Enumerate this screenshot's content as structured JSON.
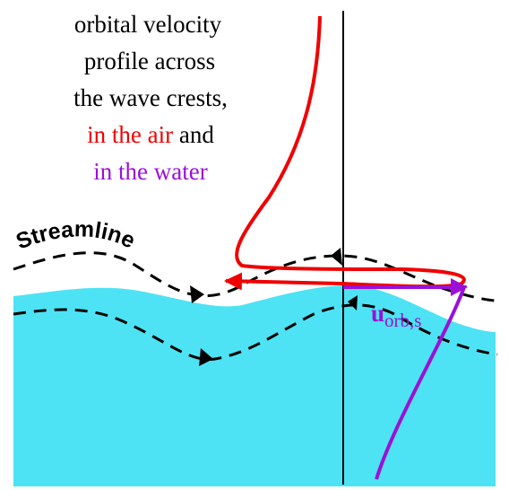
{
  "caption": {
    "line1": "orbital velocity",
    "line2": "profile across",
    "line3": "the wave crests,",
    "line4_air": "in the air",
    "line4_and": " and",
    "line5_water": "in the water"
  },
  "streamline_label": "Streamline",
  "velocity_label": {
    "main": "u",
    "subscript": "orb,s"
  },
  "colors": {
    "water": "#4de3f5",
    "air_profile": "#f00000",
    "water_profile": "#9b10d8",
    "streamline": "#000000",
    "axis": "#000000",
    "caption_text": "#000000"
  }
}
